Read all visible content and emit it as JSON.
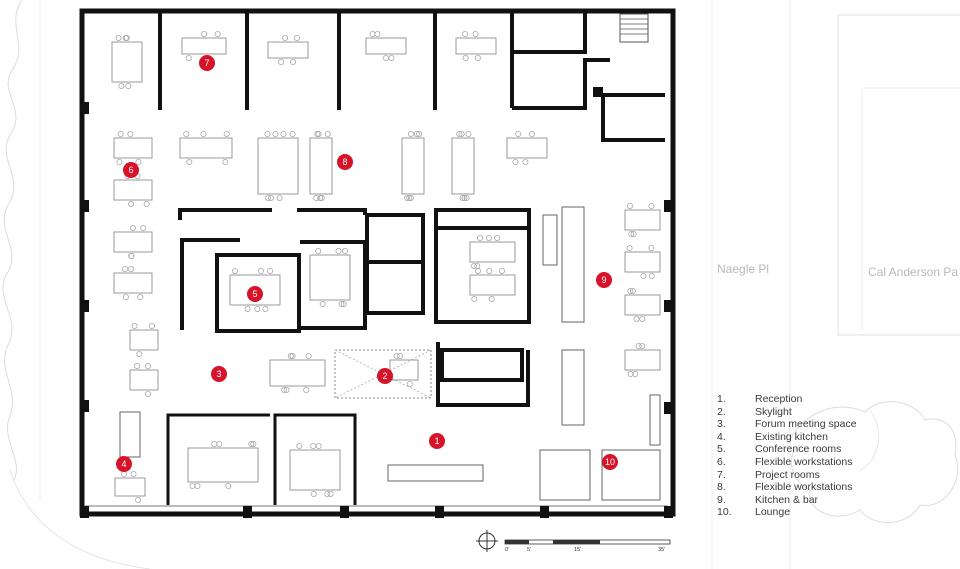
{
  "streets": {
    "naegle": "Naegle Pl",
    "cal_anderson": "Cal Anderson Pa"
  },
  "markers": [
    "7",
    "6",
    "8",
    "5",
    "9",
    "3",
    "2",
    "1",
    "4",
    "10"
  ],
  "legend": [
    {
      "num": "1.",
      "label": "Reception"
    },
    {
      "num": "2.",
      "label": "Skylight"
    },
    {
      "num": "3.",
      "label": "Forum meeting space"
    },
    {
      "num": "4.",
      "label": "Existing kitchen"
    },
    {
      "num": "5.",
      "label": "Conference rooms"
    },
    {
      "num": "6.",
      "label": "Flexible workstations"
    },
    {
      "num": "7.",
      "label": "Project rooms"
    },
    {
      "num": "8.",
      "label": "Flexible workstations"
    },
    {
      "num": "9.",
      "label": "Kitchen & bar"
    },
    {
      "num": "10.",
      "label": "Lounge"
    }
  ],
  "scale": {
    "ticks": [
      "0'",
      "5'",
      "15'",
      "35'"
    ]
  },
  "colors": {
    "marker": "#d7132a",
    "wall": "#111111",
    "furniture": "#9a9a9a",
    "site": "#dddddd"
  }
}
